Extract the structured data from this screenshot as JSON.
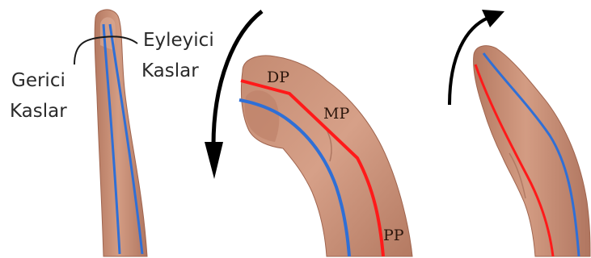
{
  "labels": {
    "extensor_line1": "Eyleyici",
    "extensor_line2": "Kaslar",
    "flexor_line1": "Gerici",
    "flexor_line2": "Kaslar",
    "distal_phalanx": "DP",
    "middle_phalanx": "MP",
    "proximal_phalanx": "PP"
  },
  "colors": {
    "skin": "#c99178",
    "skin_shadow": "#a86c55",
    "red_line": "#ff1a1a",
    "blue_line": "#2f6fd6",
    "arrow": "#000000",
    "background": "#ffffff"
  }
}
